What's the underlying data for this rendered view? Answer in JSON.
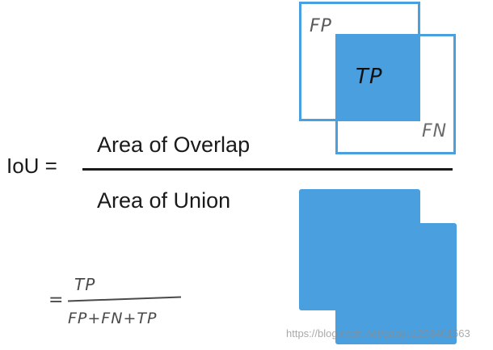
{
  "equation": {
    "lhs": "IoU =",
    "numerator": "Area of Overlap",
    "denominator": "Area of Union"
  },
  "overlap_diagram": {
    "fp_label": "FP",
    "tp_label": "TP",
    "fn_label": "FN"
  },
  "handwritten_formula": {
    "equals": "=",
    "numerator": "TP",
    "denominator": "FP+FN+TP"
  },
  "watermark": "https://blog.csdn.net/gaoyu1253401563",
  "colors": {
    "fill": "#4a9fdf",
    "outline": "#4a9fdf",
    "text": "#1a1a1a",
    "handwriting": "#4a4a4a",
    "background": "#ffffff"
  }
}
